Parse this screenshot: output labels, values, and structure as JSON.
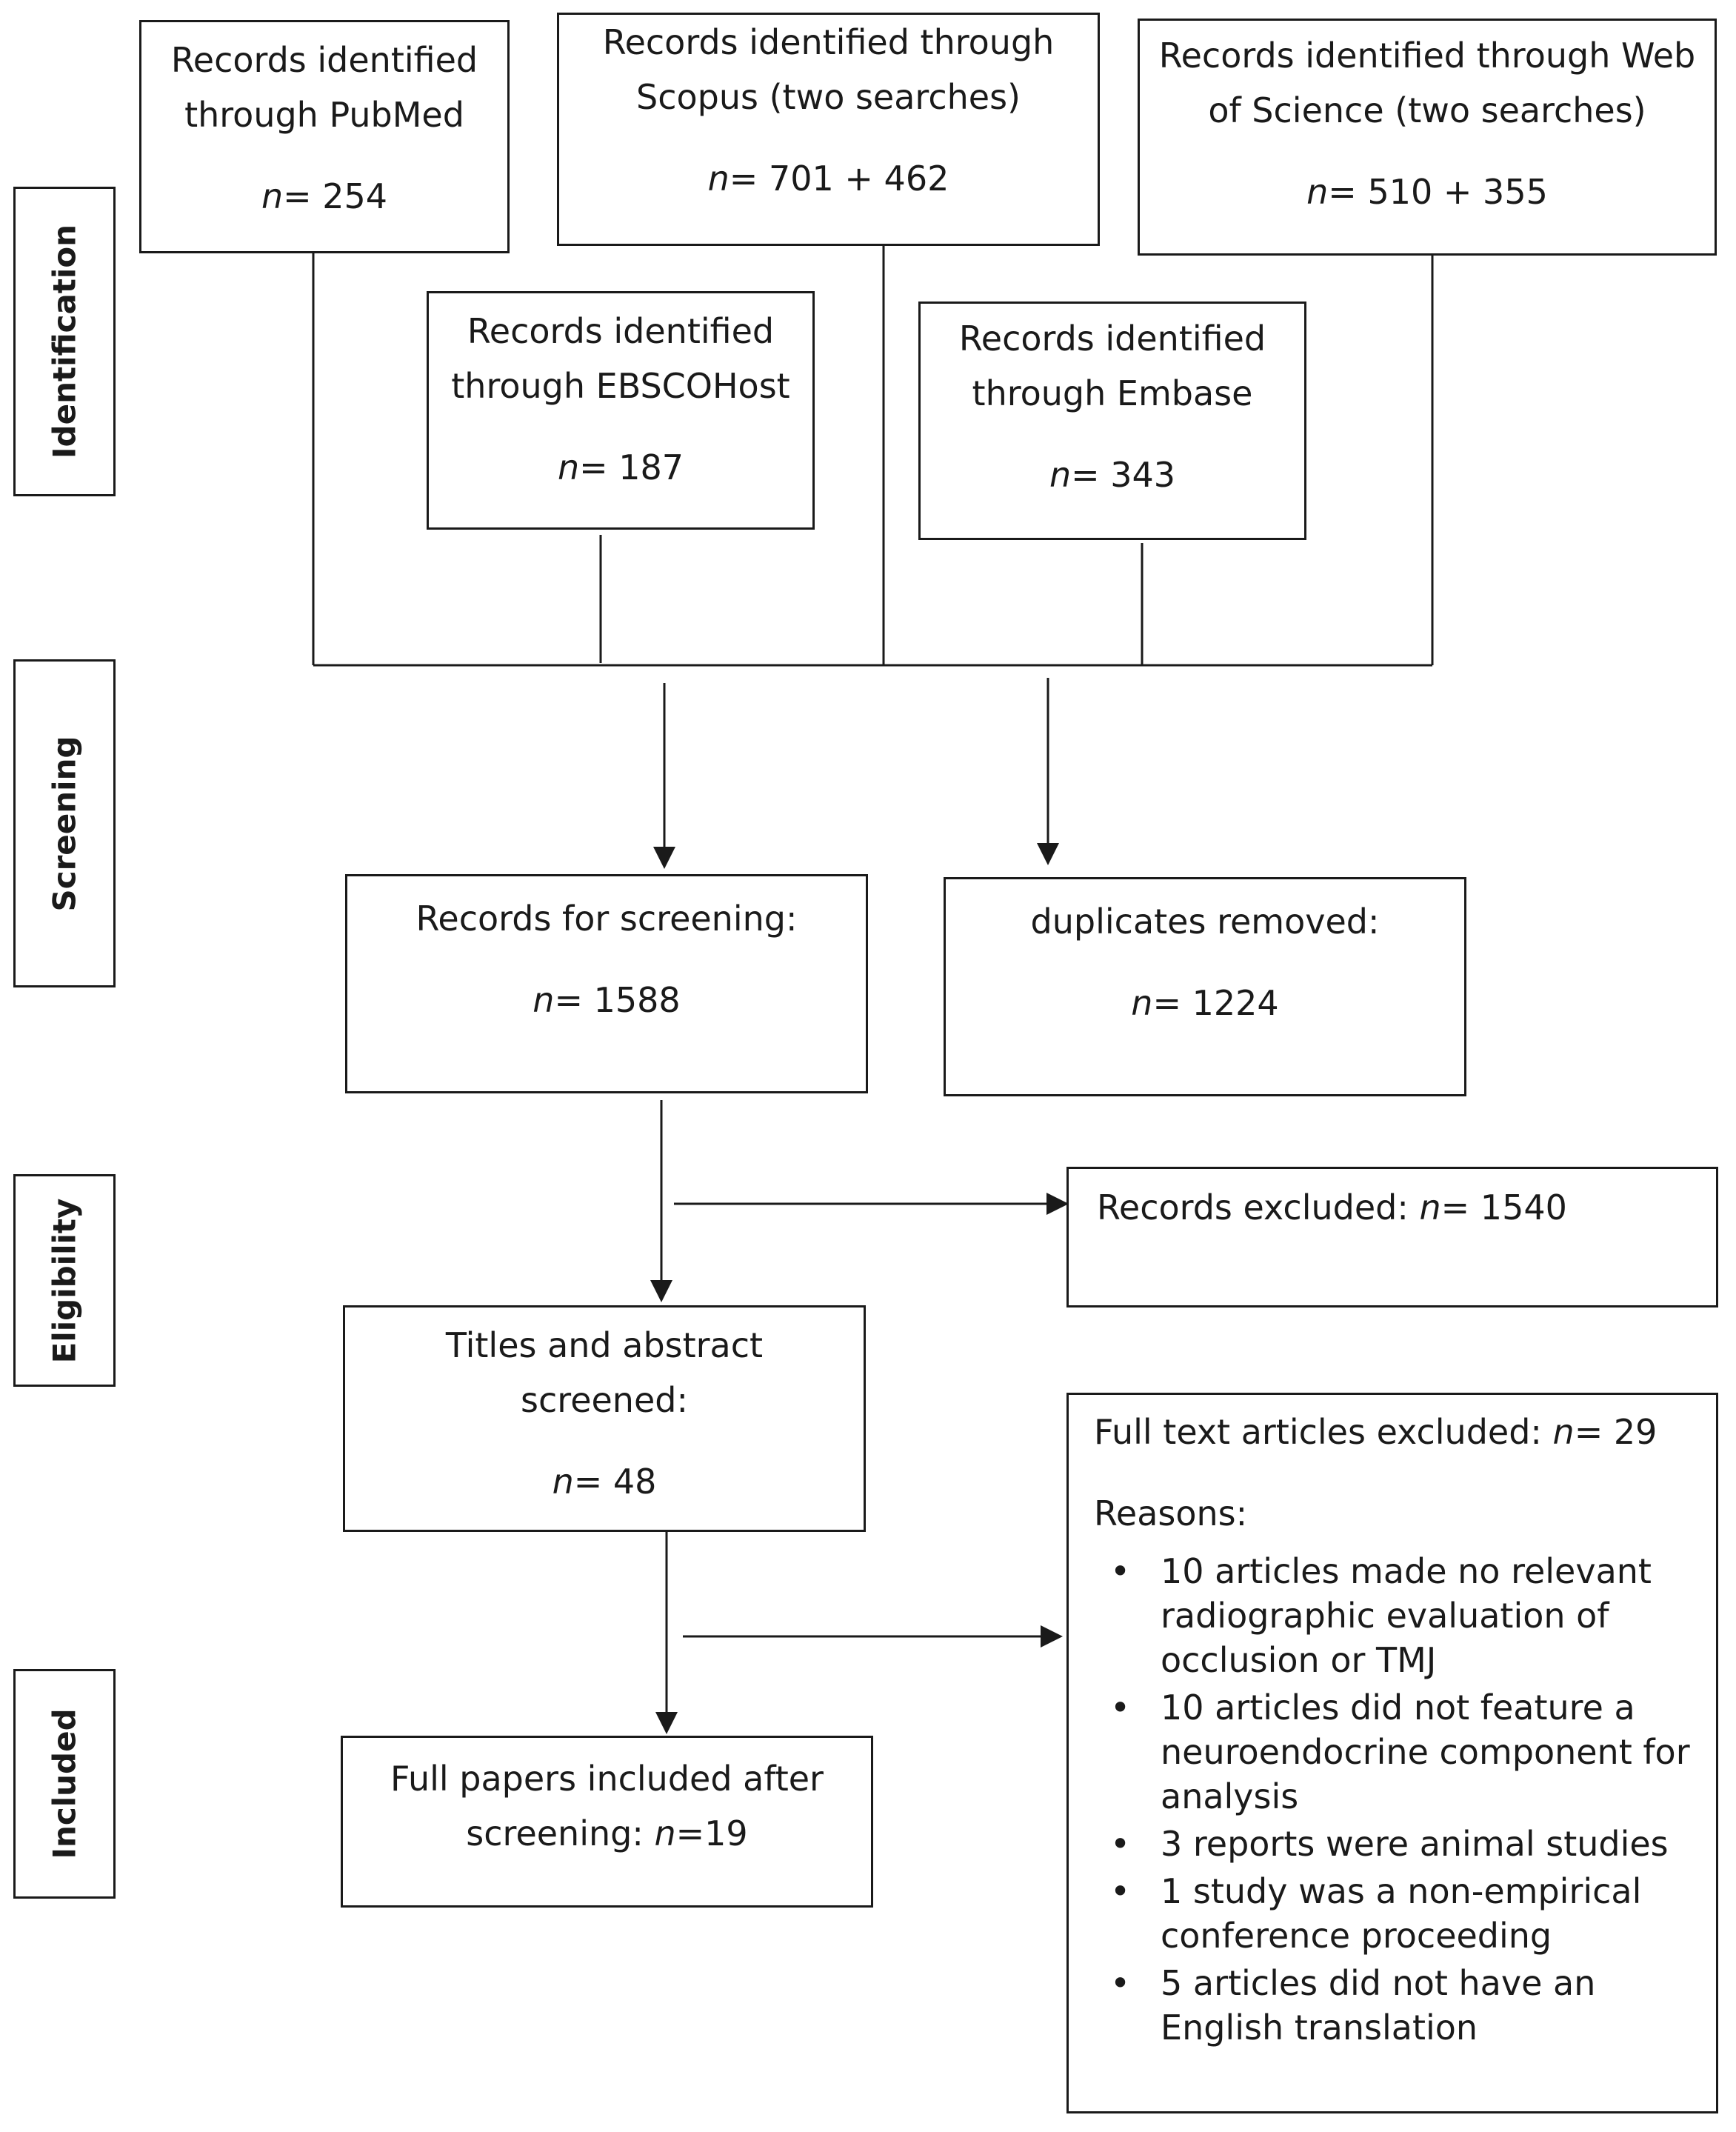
{
  "stages": {
    "identification": "Identification",
    "screening": "Screening",
    "eligibility": "Eligibility",
    "included": "Included"
  },
  "n_prefix": "n",
  "boxes": {
    "pubmed": {
      "line1": "Records identified",
      "line2": "through PubMed",
      "count": "= 254"
    },
    "scopus": {
      "line1": "Records identified through",
      "line2": "Scopus (two searches)",
      "count": "= 701 + 462"
    },
    "wos": {
      "line1": "Records identified through Web",
      "line2": "of Science (two searches)",
      "count": "= 510 + 355"
    },
    "ebsco": {
      "line1": "Records identified",
      "line2": "through EBSCOHost",
      "count": "= 187"
    },
    "embase": {
      "line1": "Records identified",
      "line2": "through Embase",
      "count": "= 343"
    },
    "screening": {
      "line1": "Records for screening:",
      "count": "= 1588"
    },
    "duplicates": {
      "line1": "duplicates removed:",
      "count": "= 1224"
    },
    "excluded": {
      "label": "Records excluded: ",
      "count": "= 1540"
    },
    "titles": {
      "line1": "Titles and abstract",
      "line2": "screened:",
      "count": "= 48"
    },
    "included": {
      "line1": "Full papers included after",
      "line2a": "screening: ",
      "count": "=19"
    },
    "fulltext": {
      "label": "Full text articles excluded: ",
      "count": "= 29",
      "reasons_label": "Reasons:",
      "reasons": [
        "10 articles made no relevant radiographic evaluation of occlusion or TMJ",
        "10 articles did not feature a neuroendocrine component for analysis",
        "3 reports were animal studies",
        "1 study was a non-empirical conference proceeding",
        "5 articles did not have an English translation"
      ]
    }
  },
  "colors": {
    "line": "#1a1a1a",
    "background": "#ffffff"
  }
}
